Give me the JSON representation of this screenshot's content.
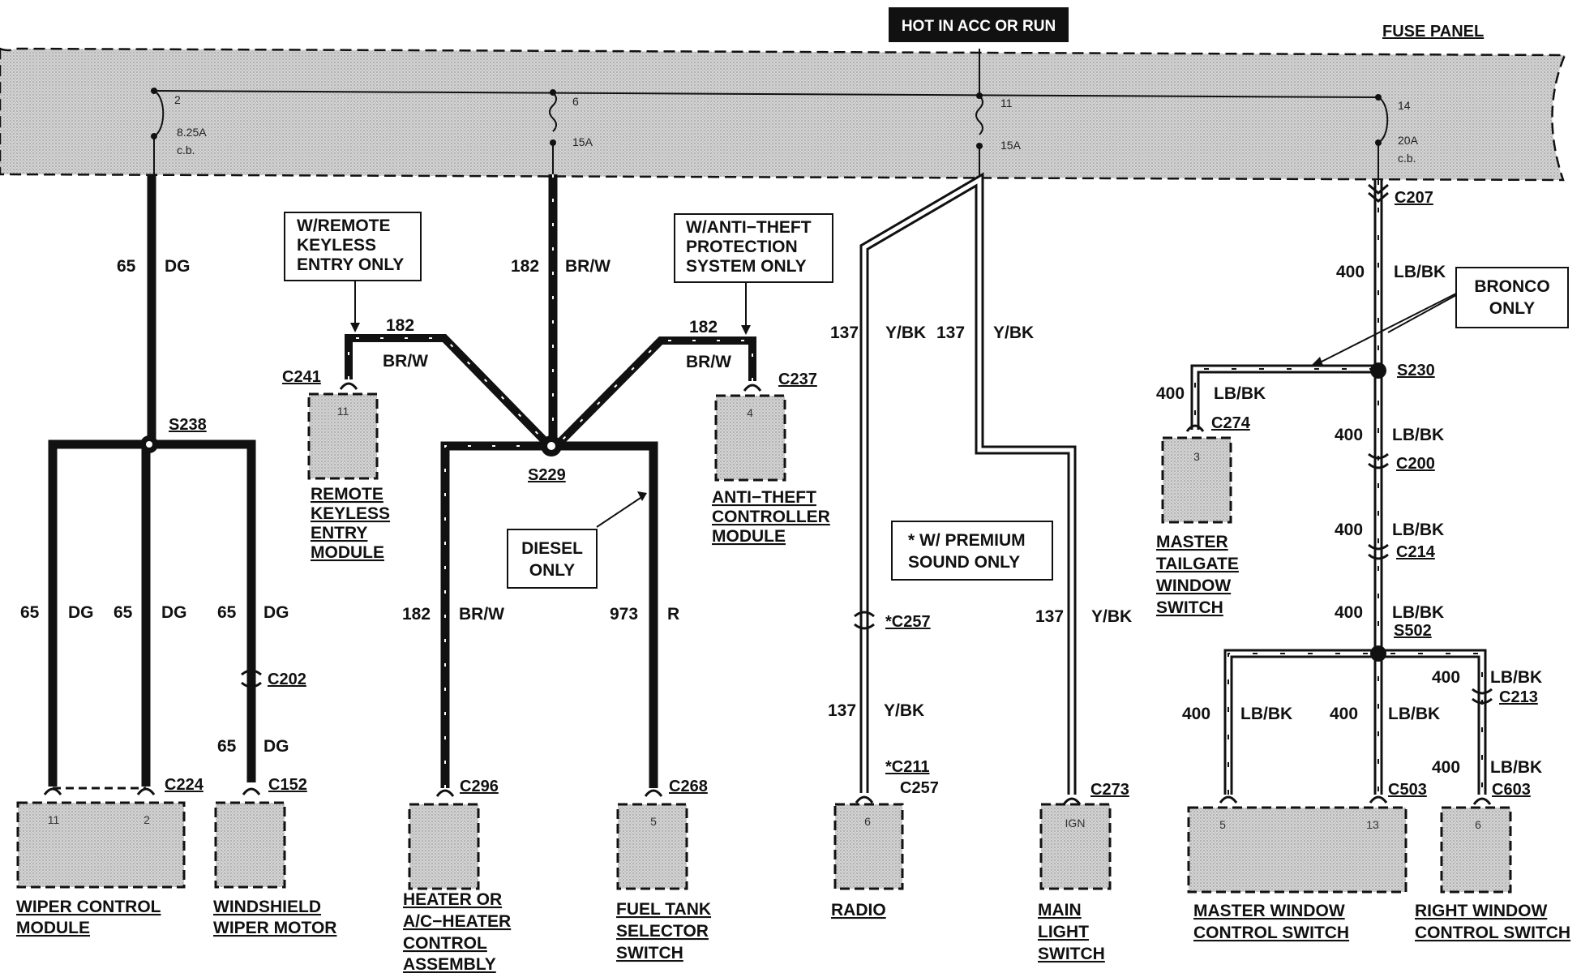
{
  "header": {
    "power_label": "HOT IN ACC OR RUN",
    "fuse_panel_label": "FUSE PANEL"
  },
  "fuses": [
    {
      "num": "2",
      "rating": "8.25A",
      "type": "c.b."
    },
    {
      "num": "6",
      "rating": "15A"
    },
    {
      "num": "11",
      "rating": "15A"
    },
    {
      "num": "14",
      "rating": "20A",
      "type": "c.b."
    }
  ],
  "notes": {
    "remote_keyless": [
      "W/REMOTE",
      "KEYLESS",
      "ENTRY ONLY"
    ],
    "anti_theft": [
      "W/ANTI−THEFT",
      "PROTECTION",
      "SYSTEM ONLY"
    ],
    "diesel": [
      "DIESEL",
      "ONLY"
    ],
    "premium_sound": [
      "* W/ PREMIUM",
      "SOUND ONLY"
    ],
    "bronco": [
      "BRONCO",
      "ONLY"
    ]
  },
  "wires": {
    "n65": "65",
    "dg": "DG",
    "n182": "182",
    "brw": "BR/W",
    "n973": "973",
    "r": "R",
    "n137": "137",
    "ybk": "Y/BK",
    "n400": "400",
    "lbbk": "LB/BK"
  },
  "splices": {
    "s238": "S238",
    "s229": "S229",
    "s230": "S230",
    "s502": "S502"
  },
  "connectors": {
    "c207": "C207",
    "c241": "C241",
    "c237": "C237",
    "c274": "C274",
    "c200": "C200",
    "c214": "C214",
    "c202": "C202",
    "c224": "C224",
    "c152": "C152",
    "c296": "C296",
    "c268": "C268",
    "c257a": "*C257",
    "c211": "*C211",
    "c257b": "C257",
    "c273": "C273",
    "c213": "C213",
    "c503": "C503",
    "c603": "C603"
  },
  "pins": {
    "rke": "11",
    "atc": "4",
    "tailgate": "3",
    "wiper_a": "11",
    "wiper_b": "2",
    "heater": "",
    "fuel": "5",
    "radio": "6",
    "main_light": "IGN",
    "mw_a": "5",
    "mw_b": "13",
    "right_window": "6"
  },
  "components": {
    "remote_keyless": [
      "REMOTE",
      "KEYLESS",
      "ENTRY",
      "MODULE"
    ],
    "anti_theft": [
      "ANTI−THEFT",
      "CONTROLLER",
      "MODULE"
    ],
    "master_tailgate": [
      "MASTER",
      "TAILGATE",
      "WINDOW",
      "SWITCH"
    ],
    "wiper_control": [
      "WIPER CONTROL",
      "MODULE"
    ],
    "wiper_motor": [
      "WINDSHIELD",
      "WIPER MOTOR"
    ],
    "heater": [
      "HEATER OR",
      "A/C−HEATER",
      "CONTROL",
      "ASSEMBLY"
    ],
    "fuel_tank": [
      "FUEL TANK",
      "SELECTOR",
      "SWITCH"
    ],
    "radio": [
      "RADIO"
    ],
    "main_light": [
      "MAIN",
      "LIGHT",
      "SWITCH"
    ],
    "master_window": [
      "MASTER WINDOW",
      "CONTROL SWITCH"
    ],
    "right_window": [
      "RIGHT WINDOW",
      "CONTROL SWITCH"
    ]
  },
  "colors": {
    "ink": "#111111",
    "panel": "#cfcfcf",
    "box": "#c9c9c9"
  }
}
